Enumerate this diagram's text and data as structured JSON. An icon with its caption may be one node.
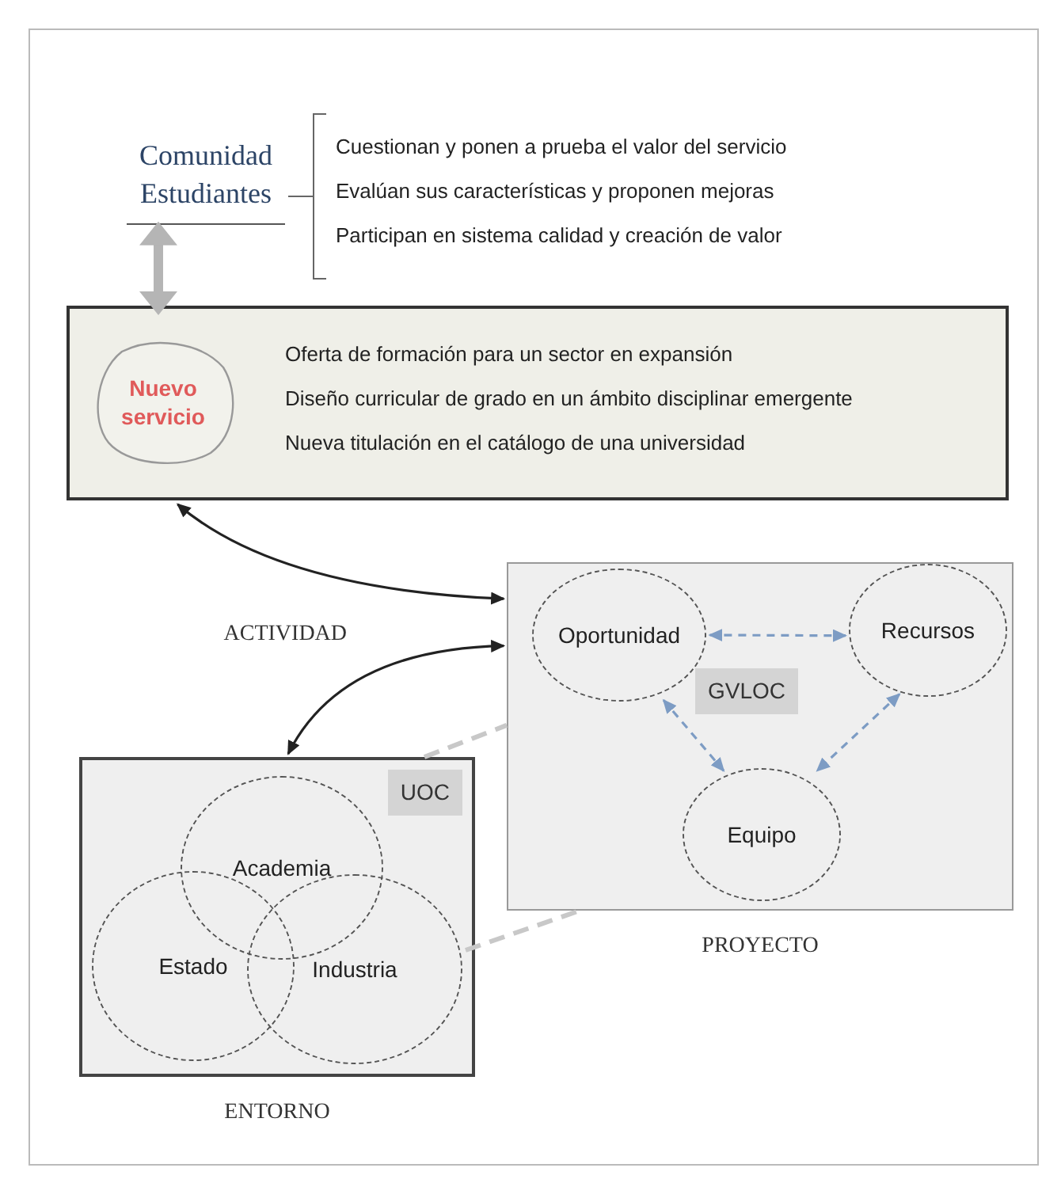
{
  "diagram": {
    "nodes": [
      {
        "text": [
          "Comunidad Estudiantes"
        ]
      },
      {
        "text": [
          "Oferta de formación para un sector en expansión",
          "Diseño curricular de grado en un ámbito disciplinar emergente",
          "Nueva titulación en el catálogo de una universidad"
        ]
      },
      {
        "text": [
          "Nuevo servicio"
        ],
        "in": 1
      },
      {
        "text": [
          "GVLOC"
        ],
        "beside": [
          "PROYECTO"
        ]
      },
      {
        "text": [
          "Oportunidad"
        ],
        "in": 3
      },
      {
        "text": [
          "Recursos"
        ],
        "in": 3
      },
      {
        "text": [
          "Equipo"
        ],
        "in": 3
      },
      {
        "text": [
          "UOC"
        ],
        "beside": [
          "ENTORNO"
        ]
      },
      {
        "text": [
          "Academia"
        ],
        "in": 7
      },
      {
        "text": [
          "Estado"
        ],
        "in": 7
      },
      {
        "text": [
          "Industria"
        ],
        "in": 7
      }
    ],
    "edges": [
      {
        "from": 0,
        "to": 1,
        "arrow": "both",
        "style": "thick",
        "color": "#b5b5b5"
      },
      {
        "from": 1,
        "to": 3,
        "arrow": "both",
        "label": "ACTIVIDAD",
        "color": "#222222"
      },
      {
        "from": 3,
        "to": 7,
        "arrow": "both",
        "color": "#222222"
      },
      {
        "from": 4,
        "to": 5,
        "arrow": "both",
        "style": "dashed",
        "color": "#7d9cc4"
      },
      {
        "from": 4,
        "to": 6,
        "arrow": "both",
        "style": "dashed",
        "color": "#7d9cc4"
      },
      {
        "from": 5,
        "to": 6,
        "arrow": "both",
        "style": "dashed",
        "color": "#7d9cc4"
      },
      {
        "from": 7,
        "to": 3,
        "arrow": "none",
        "style": "dashed",
        "color": "#c8c8c8"
      },
      {
        "from": 7,
        "to": 3,
        "arrow": "none",
        "style": "dashed",
        "color": "#c8c8c8"
      }
    ],
    "labels": [
      "Cuestionan y ponen a prueba el valor del servicio",
      "Evalúan sus características y proponen mejoras",
      "Participan en sistema calidad y creación de valor"
    ]
  }
}
